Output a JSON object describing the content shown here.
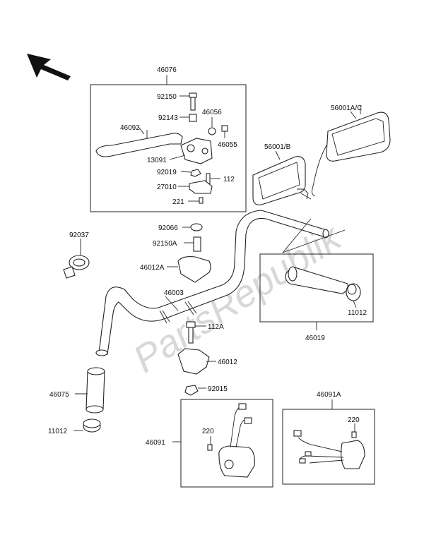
{
  "watermark": "PartsRepublik",
  "labels": {
    "p46076": "46076",
    "p92150": "92150",
    "p92143": "92143",
    "p46056": "46056",
    "p46092": "46092",
    "p46055": "46055",
    "p13091": "13091",
    "p92019": "92019",
    "p112": "112",
    "p27010": "27010",
    "p221": "221",
    "p56001ac": "56001A/C",
    "p56001b": "56001/B",
    "p92037": "92037",
    "p92066": "92066",
    "p92150a": "92150A",
    "p46012a": "46012A",
    "p46003": "46003",
    "p11012r": "11012",
    "p46019": "46019",
    "p112a": "112A",
    "p46012": "46012",
    "p46075": "46075",
    "p92015": "92015",
    "p11012l": "11012",
    "p46091a": "46091A",
    "p220r": "220",
    "p220l": "220",
    "p46091": "46091"
  },
  "icons": {
    "direction": "front-arrow-icon"
  }
}
